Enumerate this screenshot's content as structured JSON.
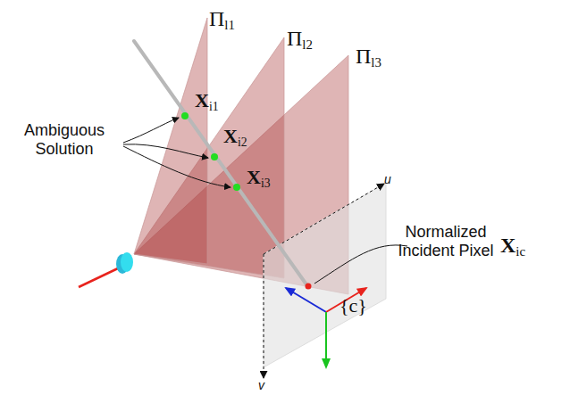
{
  "diagram": {
    "labels": [
      "Πl1",
      "Πl2",
      "Πl3",
      "Xi1",
      "Xi2",
      "Xi3",
      "Ambiguous Solution",
      "Normalized Incident Pixel",
      "Xic",
      "{c}",
      "u",
      "v"
    ]
  }
}
